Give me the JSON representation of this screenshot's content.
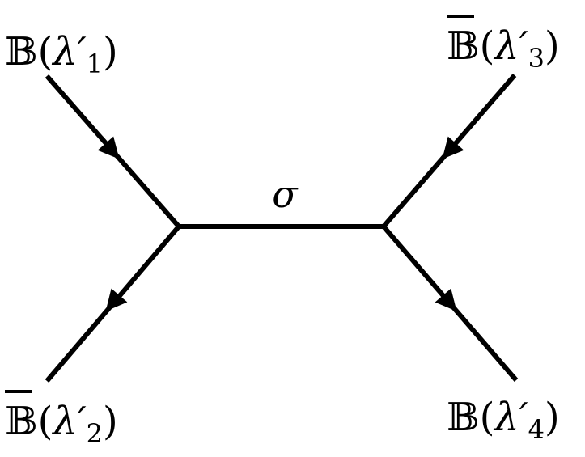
{
  "diagram": {
    "propagator_label": "σ",
    "external_legs": [
      {
        "particle": "𝔹",
        "bar": false,
        "open": "(",
        "symbol": "λ′",
        "index": "1",
        "close": ")"
      },
      {
        "particle": "𝔹",
        "bar": true,
        "open": "(",
        "symbol": "λ′",
        "index": "2",
        "close": ")"
      },
      {
        "particle": "𝔹",
        "bar": true,
        "open": "(",
        "symbol": "λ′",
        "index": "3",
        "close": ")"
      },
      {
        "particle": "𝔹",
        "bar": false,
        "open": "(",
        "symbol": "λ′",
        "index": "4",
        "close": ")"
      }
    ]
  }
}
